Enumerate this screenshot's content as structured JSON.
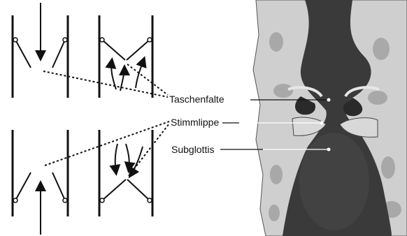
{
  "labels": {
    "taschenfalte": "Taschenfalte",
    "stimmlippe": "Stimmlippe",
    "subglottis": "Subglottis"
  },
  "colors": {
    "ink": "#111111",
    "tissue_light": "#d4d4d4",
    "tissue_dark": "#2a2a2a",
    "lumen": "#3a3a3a"
  }
}
